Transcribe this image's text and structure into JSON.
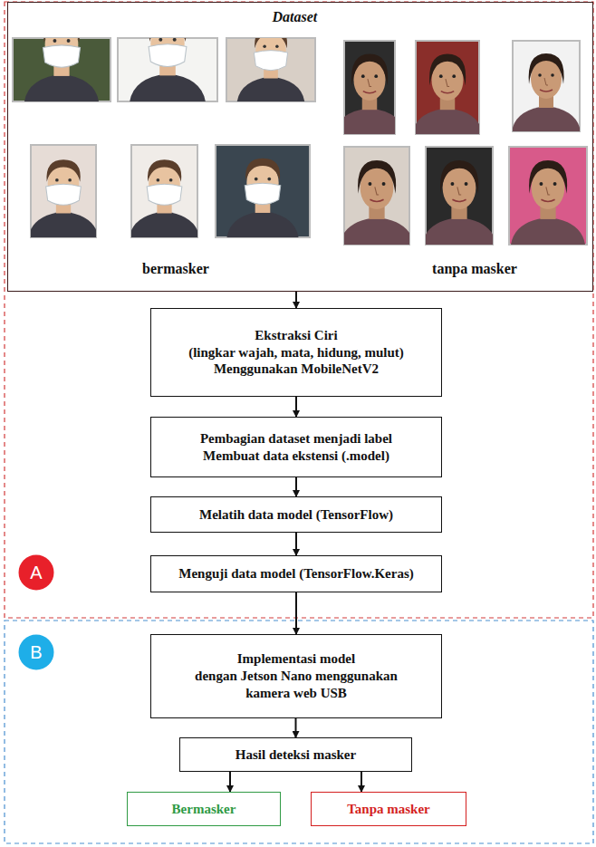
{
  "diagram": {
    "nodes": [
      {
        "text": [
          "Dataset",
          "bermasker",
          "tanpa masker"
        ]
      },
      {
        "text": [
          "Ekstraksi Ciri",
          "(lingkar wajah, mata, hidung, mulut)",
          "Menggunakan MobileNetV2"
        ]
      },
      {
        "text": [
          "Pembagian dataset menjadi label",
          "Membuat data ekstensi (.model)"
        ]
      },
      {
        "text": [
          "Melatih data model (TensorFlow)"
        ]
      },
      {
        "text": [
          "A"
        ]
      },
      {
        "text": [
          "Menguji data model (TensorFlow.Keras)"
        ]
      },
      {
        "text": [
          "B"
        ]
      },
      {
        "text": [
          "Implementasi model",
          "dengan Jetson Nano menggunakan",
          "kamera web USB"
        ]
      },
      {
        "text": [
          "Hasil deteksi masker"
        ]
      },
      {
        "text": [
          "Bermasker"
        ]
      },
      {
        "text": [
          "Tanpa masker"
        ]
      }
    ],
    "edges": [
      {
        "from": 0,
        "to": 1,
        "arrow": "to"
      },
      {
        "from": 1,
        "to": 2,
        "arrow": "to"
      },
      {
        "from": 2,
        "to": 3,
        "arrow": "to"
      },
      {
        "from": 3,
        "to": 5,
        "arrow": "to"
      },
      {
        "from": 5,
        "to": 7,
        "arrow": "to"
      },
      {
        "from": 7,
        "to": 8,
        "arrow": "to"
      },
      {
        "from": 8,
        "to": 9,
        "arrow": "to"
      },
      {
        "from": 8,
        "to": 10,
        "arrow": "to"
      }
    ]
  }
}
